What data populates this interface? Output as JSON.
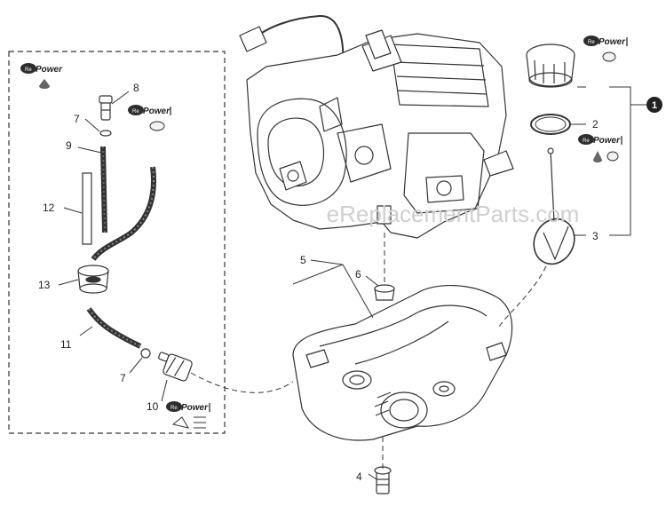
{
  "watermark": "eReplacementParts.com",
  "badge_text": "Power",
  "callouts": {
    "c1": "1",
    "c2": "2",
    "c3": "3",
    "c4": "4",
    "c5": "5",
    "c6": "6",
    "c7a": "7",
    "c7b": "7",
    "c8": "8",
    "c9": "9",
    "c10": "10",
    "c11": "11",
    "c12": "12",
    "c13": "13"
  },
  "colors": {
    "line": "#333333",
    "badge_bg": "#2d2d2d",
    "watermark": "#cfcfcf"
  }
}
